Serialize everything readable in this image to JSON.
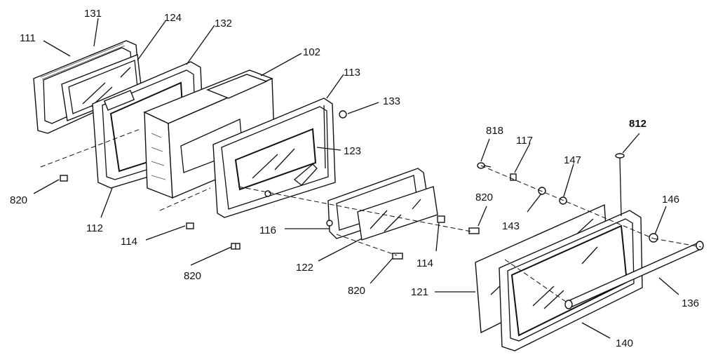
{
  "part_labels": [
    {
      "id": "p111",
      "text": "111"
    },
    {
      "id": "p131",
      "text": "131"
    },
    {
      "id": "p124",
      "text": "124"
    },
    {
      "id": "p132",
      "text": "132"
    },
    {
      "id": "p102",
      "text": "102"
    },
    {
      "id": "p113",
      "text": "113"
    },
    {
      "id": "p133",
      "text": "133"
    },
    {
      "id": "p123",
      "text": "123"
    },
    {
      "id": "p820a",
      "text": "820"
    },
    {
      "id": "p112",
      "text": "112"
    },
    {
      "id": "p114a",
      "text": "114"
    },
    {
      "id": "p820b",
      "text": "820"
    },
    {
      "id": "p116",
      "text": "116"
    },
    {
      "id": "p122",
      "text": "122"
    },
    {
      "id": "p820c",
      "text": "820"
    },
    {
      "id": "p114b",
      "text": "114"
    },
    {
      "id": "p820d",
      "text": "820"
    },
    {
      "id": "p818",
      "text": "818"
    },
    {
      "id": "p117",
      "text": "117"
    },
    {
      "id": "p812",
      "text": "812"
    },
    {
      "id": "p147",
      "text": "147"
    },
    {
      "id": "p143",
      "text": "143"
    },
    {
      "id": "p146",
      "text": "146"
    },
    {
      "id": "p121",
      "text": "121"
    },
    {
      "id": "p136",
      "text": "136"
    },
    {
      "id": "p140",
      "text": "140"
    }
  ]
}
